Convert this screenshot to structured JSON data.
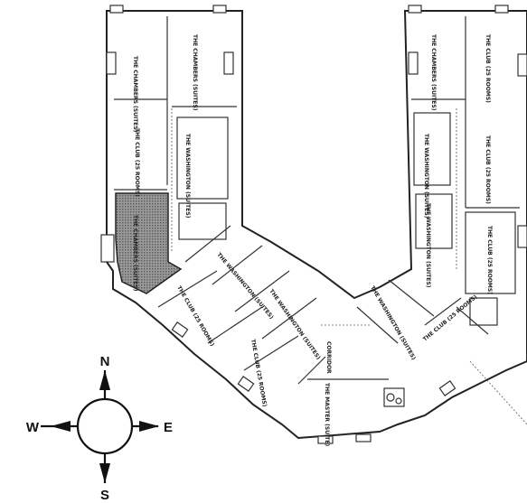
{
  "compass": {
    "north": "N",
    "south": "S",
    "east": "E",
    "west": "W"
  },
  "units": [
    {
      "id": "chambers-left-1",
      "text": "THE CHAMBERS (SUITES)"
    },
    {
      "id": "chambers-left-2",
      "text": "THE CHAMBERS (SUITES)"
    },
    {
      "id": "club-left",
      "text": "THE CLUB (25 ROOMS)"
    },
    {
      "id": "washington-left-1",
      "text": "THE WASHINGTON (SUITES)"
    },
    {
      "id": "chambers-highlight",
      "text": "THE CHAMBERS (SUITES)"
    },
    {
      "id": "washington-left-2",
      "text": "THE WASHINGTON (SUITES)"
    },
    {
      "id": "washington-left-3",
      "text": "THE WASHINGTON (SUITES)"
    },
    {
      "id": "club-lower-left-1",
      "text": "THE CLUB (25 ROOMS)"
    },
    {
      "id": "club-lower-left-2",
      "text": "THE CLUB (25 ROOMS)"
    },
    {
      "id": "corridor",
      "text": "CORRIDOR"
    },
    {
      "id": "master-bottom",
      "text": "THE MASTER (SUITE)"
    },
    {
      "id": "washington-right-lower",
      "text": "THE WASHINGTON (SUITES)"
    },
    {
      "id": "club-right-lower",
      "text": "THE CLUB (25 ROOMS)"
    },
    {
      "id": "chambers-right-1",
      "text": "THE CHAMBERS (SUITES)"
    },
    {
      "id": "club-right-top",
      "text": "THE CLUB (25 ROOMS)"
    },
    {
      "id": "washington-right-1",
      "text": "THE WASHINGTON (SUITES)"
    },
    {
      "id": "club-right-2",
      "text": "THE CLUB (25 ROOMS)"
    },
    {
      "id": "washington-right-2",
      "text": "THE WASHINGTON (SUITES)"
    },
    {
      "id": "club-right-3",
      "text": "THE CLUB (25 ROOMS)"
    }
  ]
}
